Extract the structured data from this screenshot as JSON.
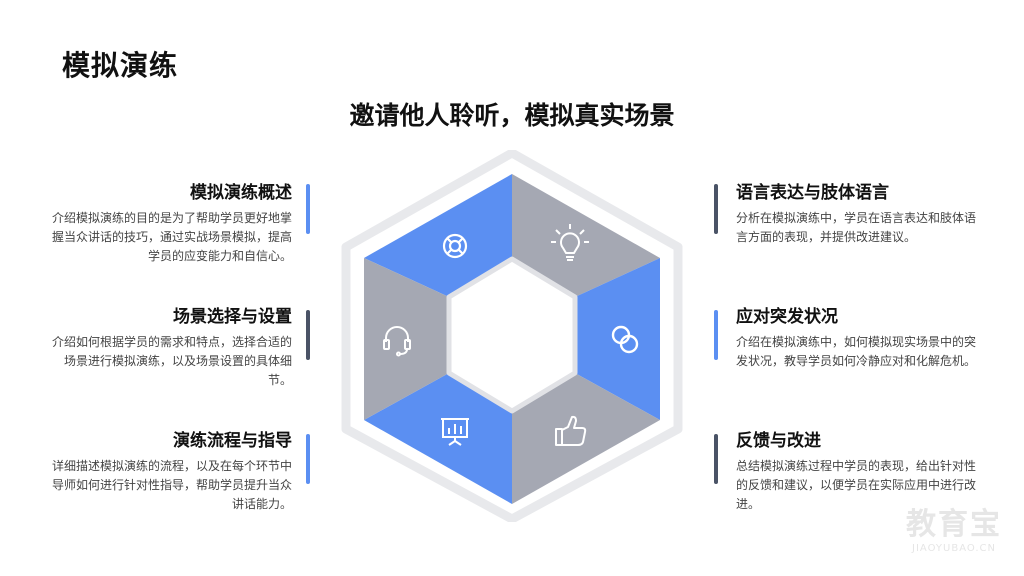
{
  "page_title": "模拟演练",
  "subtitle": "邀请他人聆听，模拟真实场景",
  "items": [
    {
      "title": "模拟演练概述",
      "desc": "介绍模拟演练的目的是为了帮助学员更好地掌握当众讲话的技巧，通过实战场景模拟，提高学员的应变能力和自信心。"
    },
    {
      "title": "场景选择与设置",
      "desc": "介绍如何根据学员的需求和特点，选择合适的场景进行模拟演练，以及场景设置的具体细节。"
    },
    {
      "title": "演练流程与指导",
      "desc": "详细描述模拟演练的流程，以及在每个环节中导师如何进行针对性指导，帮助学员提升当众讲话能力。"
    },
    {
      "title": "语言表达与肢体语言",
      "desc": "分析在模拟演练中，学员在语言表达和肢体语言方面的表现，并提供改进建议。"
    },
    {
      "title": "应对突发状况",
      "desc": "介绍在模拟演练中，如何模拟现实场景中的突发状况，教导学员如何冷静应对和化解危机。"
    },
    {
      "title": "反馈与改进",
      "desc": "总结模拟演练过程中学员的表现，给出针对性的反馈和建议，以便学员在实际应用中进行改进。"
    }
  ],
  "hexagon": {
    "colors": {
      "blue": "#5b8ff2",
      "gray": "#a5a8b3",
      "frame": "#e8e9ec",
      "inner_stroke": "#e1e2e6"
    },
    "segments": [
      {
        "icon": "lifebuoy-icon",
        "color": "blue"
      },
      {
        "icon": "lightbulb-icon",
        "color": "gray"
      },
      {
        "icon": "rings-icon",
        "color": "blue"
      },
      {
        "icon": "thumbs-up-icon",
        "color": "gray"
      },
      {
        "icon": "presentation-board-icon",
        "color": "blue"
      },
      {
        "icon": "headset-icon",
        "color": "gray"
      }
    ]
  },
  "watermark": {
    "line1": "教育宝",
    "line2": "JIAOYUBAO.CN"
  }
}
